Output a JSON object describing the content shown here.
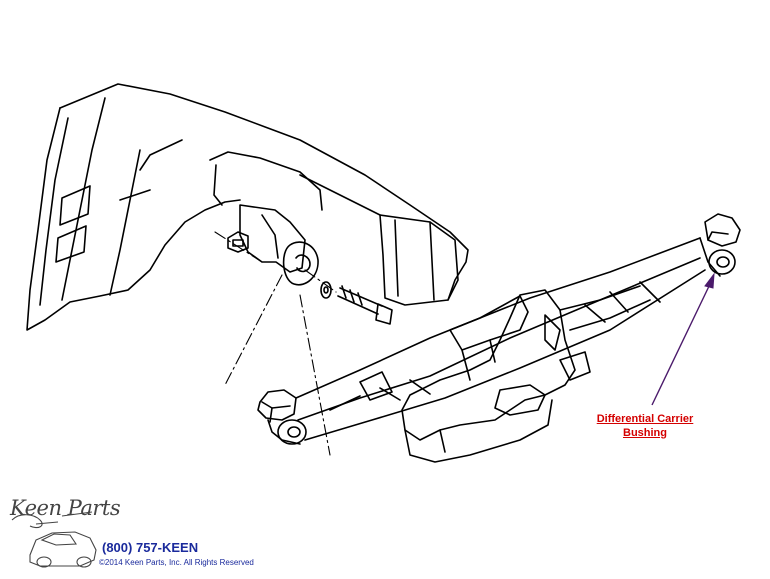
{
  "callout": {
    "line1": "Differential Carrier",
    "line2": "Bushing",
    "color": "#d40000",
    "arrow_color": "#4b1a6b"
  },
  "logo": {
    "name": "Keen Parts"
  },
  "footer": {
    "phone": "(800) 757-KEEN",
    "copyright": "©2014 Keen Parts, Inc. All Rights Reserved",
    "text_color": "#1a2a9c"
  }
}
